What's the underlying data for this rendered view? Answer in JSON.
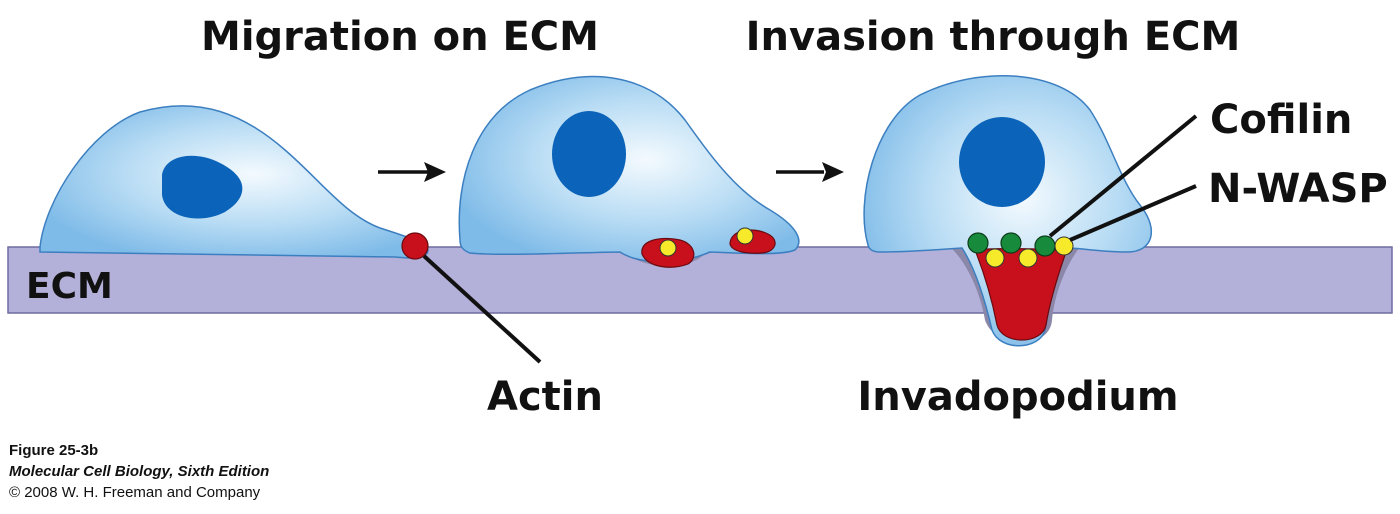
{
  "titles": {
    "migration": "Migration on ECM",
    "invasion": "Invasion through ECM"
  },
  "labels": {
    "ecm": "ECM",
    "actin": "Actin",
    "invadopodium": "Invadopodium",
    "cofilin": "Cofilin",
    "nwasp": "N-WASP"
  },
  "caption": {
    "figure": "Figure 25-3b",
    "book": "Molecular Cell Biology, Sixth Edition",
    "copyright": "© 2008 W. H. Freeman and Company"
  },
  "colors": {
    "cell_light": "#eaf4fc",
    "cell_mid": "#9fd0f0",
    "cell_edge": "#5c9fd6",
    "nucleus": "#0b64b9",
    "ecm": "#b3b0d9",
    "actin": "#c8101c",
    "cofilin": "#188a3c",
    "nwasp": "#f6ea2a"
  }
}
